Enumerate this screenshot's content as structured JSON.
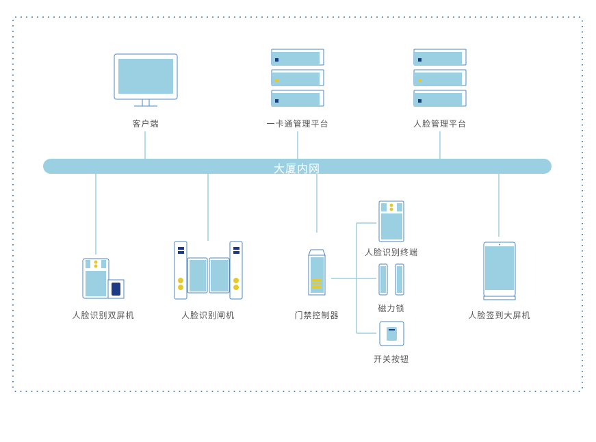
{
  "network": {
    "label": "大厦内网"
  },
  "top_devices": {
    "client": "客户端",
    "card_platform": "一卡通管理平台",
    "face_platform": "人脸管理平台"
  },
  "bottom_devices": {
    "dual_screen": "人脸识别双屏机",
    "gate": "人脸识别闸机",
    "access_controller": "门禁控制器",
    "face_terminal": "人脸识别终端",
    "magnetic_lock": "磁力锁",
    "switch_button": "开关按钮",
    "signin_screen": "人脸签到大屏机"
  },
  "colors": {
    "device_fill": "#9ad0e1",
    "outline": "#4a86c5",
    "accent_yellow": "#e6c92c",
    "dark_navy": "#1d3a86",
    "dotted_border": "#3a78c0"
  }
}
